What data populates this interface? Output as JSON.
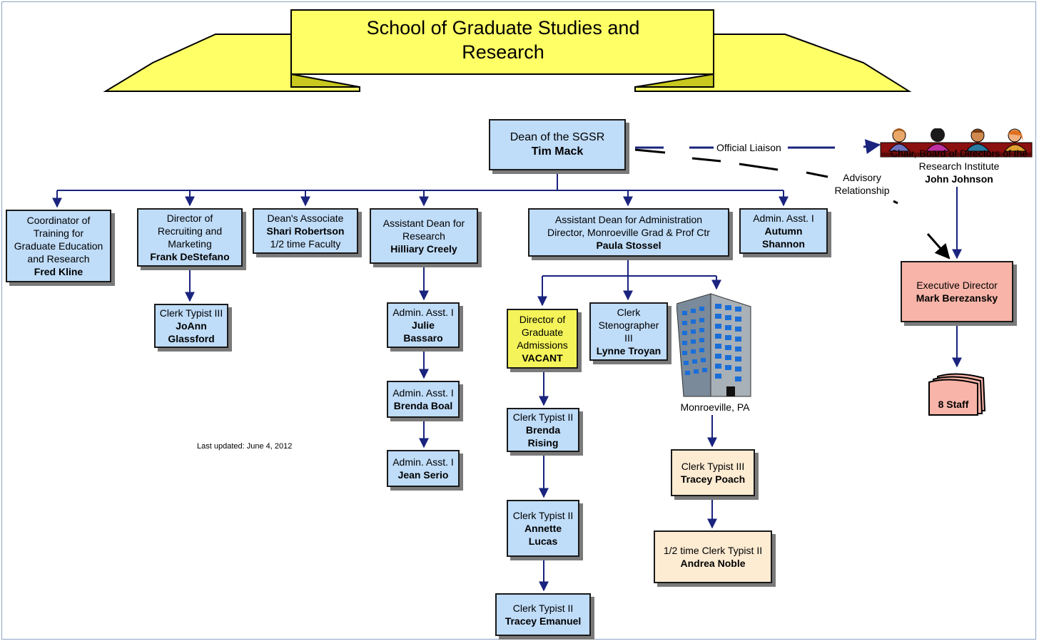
{
  "banner": {
    "title_line1": "School of Graduate Studies and",
    "title_line2": "Research"
  },
  "dean": {
    "title": "Dean of the SGSR",
    "name": "Tim Mack"
  },
  "liaison_label": "Official Liaison",
  "advisory_label_1": "Advisory",
  "advisory_label_2": "Relationship",
  "board_chair": {
    "line1": "Chair, Board of Directors of the",
    "line2": "Research Institute",
    "name": "John Johnson"
  },
  "exec_director": {
    "title": "Executive Director",
    "name": "Mark Berezansky"
  },
  "staff_label": "8 Staff",
  "coordinator": {
    "l1": "Coordinator of",
    "l2": "Training for",
    "l3": "Graduate Education",
    "l4": "and Research",
    "name": "Fred Kline"
  },
  "recruiting": {
    "l1": "Director of",
    "l2": "Recruiting and",
    "l3": "Marketing",
    "name": "Frank DeStefano"
  },
  "deans_assoc": {
    "title": "Dean's Associate",
    "name": "Shari Robertson",
    "note": "1/2 time Faculty"
  },
  "asst_dean_research": {
    "l1": "Assistant Dean for",
    "l2": "Research",
    "name": "Hilliary Creely"
  },
  "asst_dean_admin": {
    "l1": "Assistant Dean for Administration",
    "l2": "Director, Monroeville Grad & Prof Ctr",
    "name": "Paula Stossel"
  },
  "admin_autumn": {
    "title": "Admin. Asst. I",
    "name1": "Autumn",
    "name2": "Shannon"
  },
  "clerk_joann": {
    "title": "Clerk Typist III",
    "name1": "JoAnn",
    "name2": "Glassford"
  },
  "admin_julie": {
    "title": "Admin. Asst. I",
    "name1": "Julie",
    "name2": "Bassaro"
  },
  "admin_brenda": {
    "title": "Admin. Asst. I",
    "name": "Brenda Boal"
  },
  "admin_jean": {
    "title": "Admin. Asst. I",
    "name": "Jean Serio"
  },
  "dir_admissions": {
    "l1": "Director of",
    "l2": "Graduate",
    "l3": "Admissions",
    "name": "VACANT"
  },
  "clerk_steno": {
    "l1": "Clerk",
    "l2": "Stenographer",
    "l3": "III",
    "name": "Lynne Troyan"
  },
  "clerk_brenda_rising": {
    "title": "Clerk Typist II",
    "name1": "Brenda",
    "name2": "Rising"
  },
  "clerk_annette": {
    "title": "Clerk Typist II",
    "name1": "Annette",
    "name2": "Lucas"
  },
  "clerk_tracey_emanuel": {
    "title": "Clerk Typist II",
    "name": "Tracey Emanuel"
  },
  "monroeville_label": "Monroeville, PA",
  "clerk_tracey_poach": {
    "title": "Clerk Typist III",
    "name": "Tracey Poach"
  },
  "clerk_andrea": {
    "title": "1/2 time Clerk Typist II",
    "name": "Andrea Noble"
  },
  "last_updated": "Last updated: June 4, 2012",
  "colors": {
    "box_blue": "#bfdcf8",
    "box_pink": "#f8b4a8",
    "box_yellow": "#f4f45a",
    "box_cream": "#fdebd2",
    "banner_yellow": "#ffff66",
    "line_navy": "#1a237e"
  }
}
